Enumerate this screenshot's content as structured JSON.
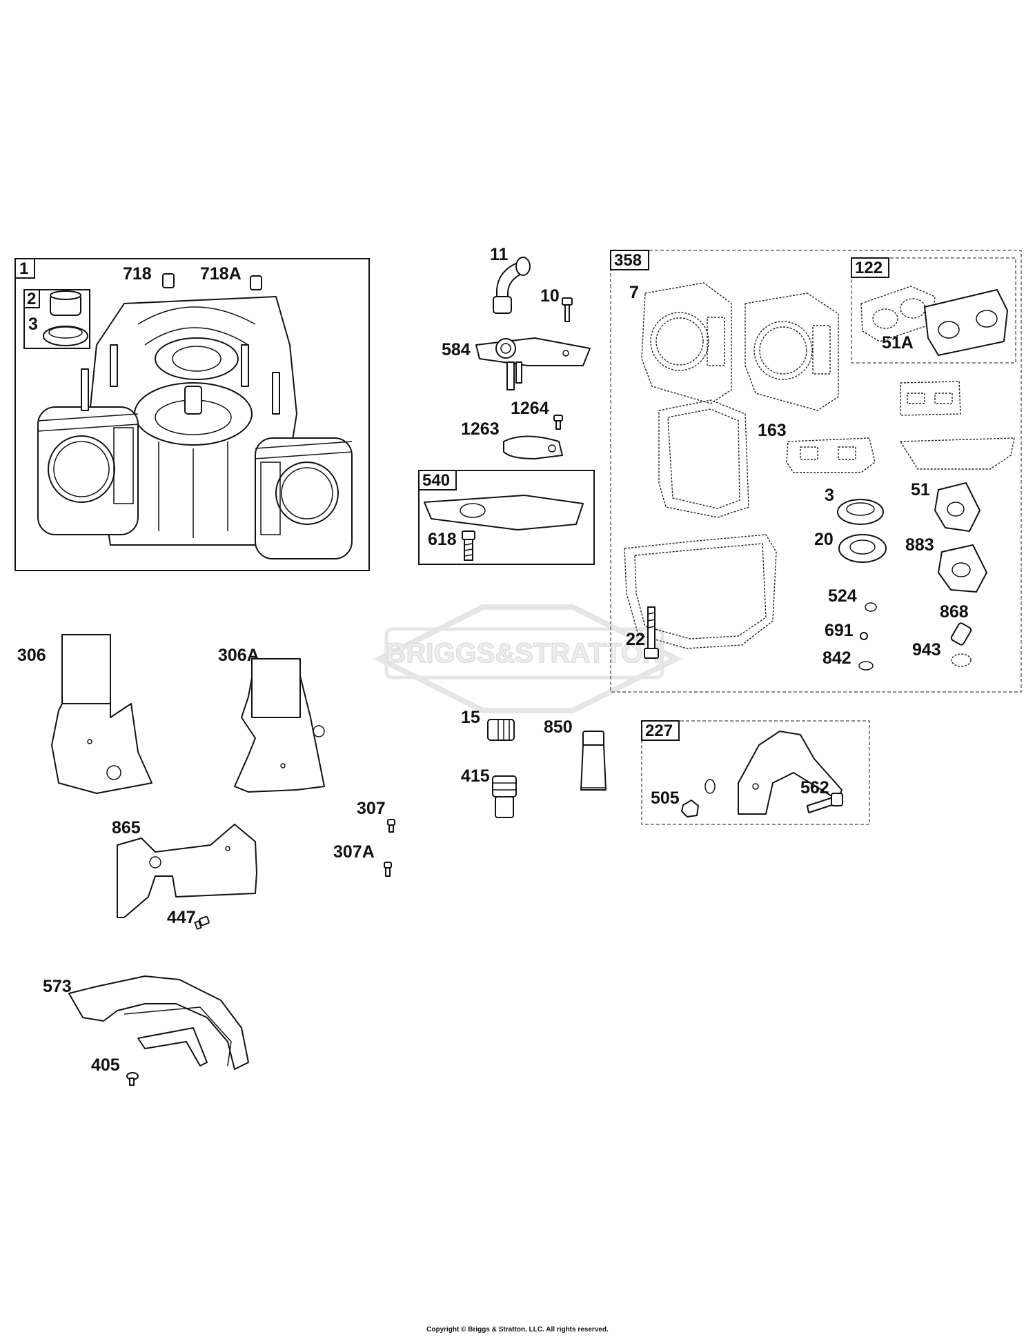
{
  "watermark": "BRIGGS&STRATTON",
  "copyright": "Copyright © Briggs & Stratton, LLC. All rights reserved.",
  "boxes": {
    "box_1": "1",
    "box_2": "2",
    "box_540": "540",
    "box_358": "358",
    "box_122": "122",
    "box_227": "227"
  },
  "labels": {
    "p718": "718",
    "p718A": "718A",
    "p3a": "3",
    "p11": "11",
    "p10": "10",
    "p584": "584",
    "p1264": "1264",
    "p1263": "1263",
    "p618": "618",
    "p7": "7",
    "p51A": "51A",
    "p163": "163",
    "p3b": "3",
    "p51": "51",
    "p20": "20",
    "p883": "883",
    "p524": "524",
    "p868": "868",
    "p22": "22",
    "p691": "691",
    "p842": "842",
    "p943": "943",
    "p306": "306",
    "p306A": "306A",
    "p15": "15",
    "p850": "850",
    "p415": "415",
    "p505": "505",
    "p562": "562",
    "p307": "307",
    "p307A": "307A",
    "p865": "865",
    "p447": "447",
    "p573": "573",
    "p405": "405"
  }
}
